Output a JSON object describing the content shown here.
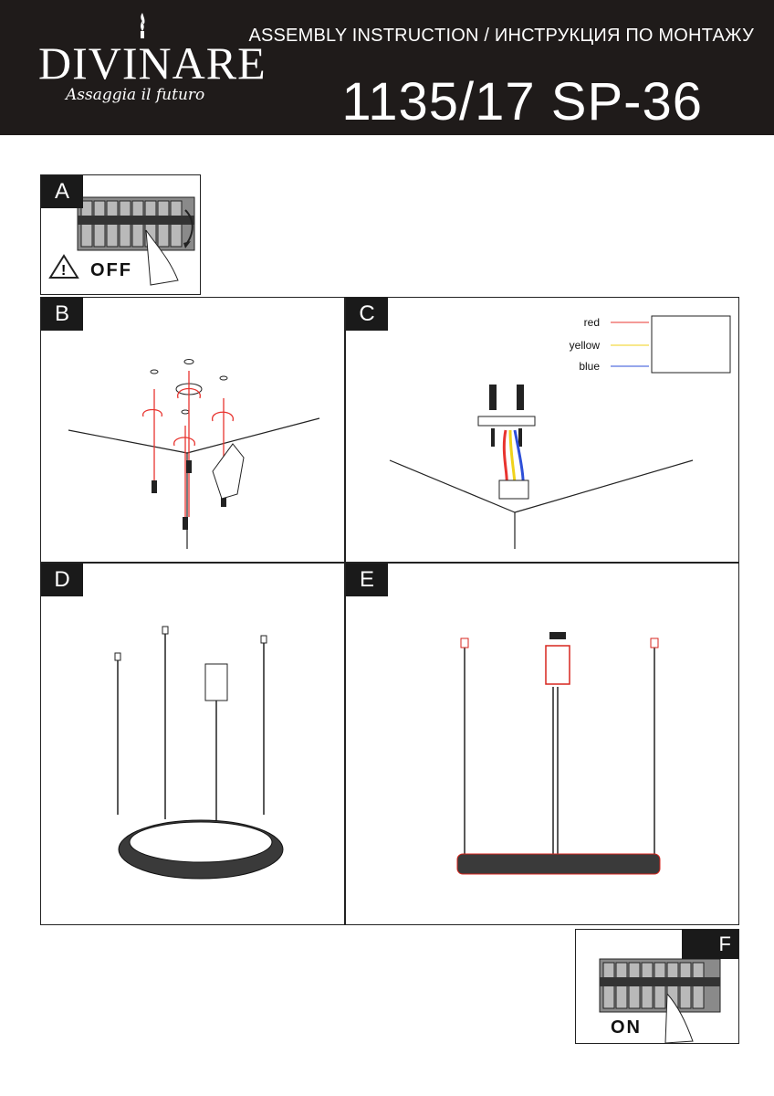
{
  "header": {
    "brand": "DIVINARE",
    "tagline": "Assaggia il futuro",
    "subtitle": "ASSEMBLY INSTRUCTION / ИНСТРУКЦИЯ ПО МОНТАЖУ",
    "model": "1135/17 SP-36"
  },
  "steps": {
    "a": {
      "label": "A",
      "switch_text": "OFF"
    },
    "b": {
      "label": "B"
    },
    "c": {
      "label": "C",
      "wires": [
        {
          "name": "red",
          "color": "#e8342f"
        },
        {
          "name": "yellow",
          "color": "#f0d21a"
        },
        {
          "name": "blue",
          "color": "#2d4fd8"
        }
      ]
    },
    "d": {
      "label": "D"
    },
    "e": {
      "label": "E"
    },
    "f": {
      "label": "F",
      "switch_text": "ON"
    }
  },
  "colors": {
    "header_bg": "#1f1b1a",
    "accent_red": "#d7261f"
  }
}
